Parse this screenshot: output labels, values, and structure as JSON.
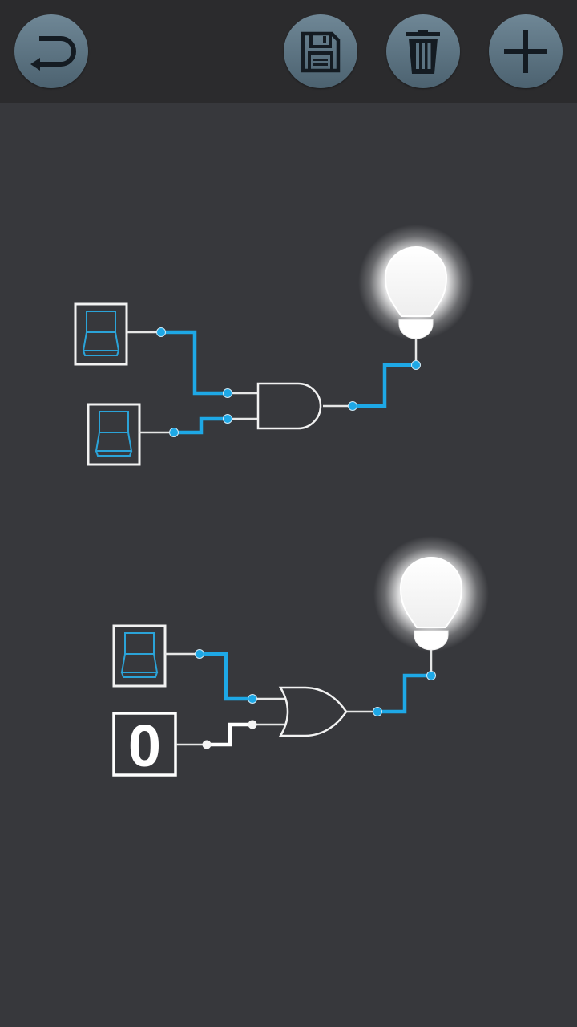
{
  "toolbar": {
    "buttons": [
      {
        "id": "undo",
        "icon": "undo-arrow-icon"
      },
      {
        "id": "save",
        "icon": "floppy-disk-icon"
      },
      {
        "id": "delete",
        "icon": "trash-can-icon"
      },
      {
        "id": "add",
        "icon": "plus-icon"
      }
    ],
    "background": "#2b2b2d",
    "button_color": "#5e7584"
  },
  "canvas": {
    "background": "#37383c",
    "wire_active_color": "#1ea8e6",
    "wire_inactive_color": "#ffffff",
    "circuits": [
      {
        "name": "and-circuit",
        "inputs": [
          {
            "type": "switch",
            "state": "on"
          },
          {
            "type": "switch",
            "state": "on"
          }
        ],
        "gate": "AND",
        "output": {
          "type": "bulb",
          "state": "lit"
        }
      },
      {
        "name": "or-circuit",
        "inputs": [
          {
            "type": "switch",
            "state": "on"
          },
          {
            "type": "constant",
            "value": "0"
          }
        ],
        "gate": "OR",
        "output": {
          "type": "bulb",
          "state": "lit"
        }
      }
    ]
  }
}
